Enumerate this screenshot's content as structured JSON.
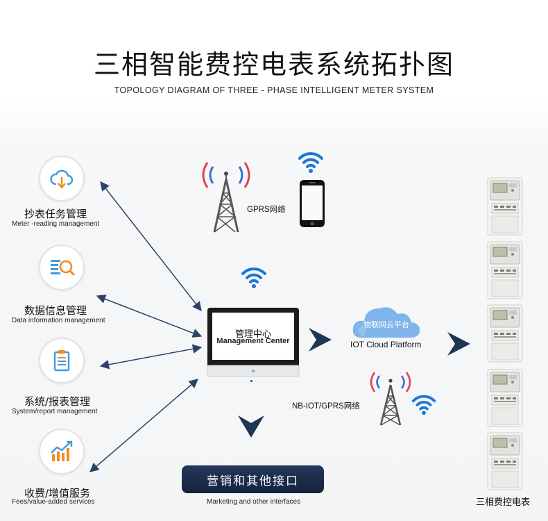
{
  "header": {
    "title": "三相智能费控电表系统拓扑图",
    "subtitle": "TOPOLOGY DIAGRAM OF THREE - PHASE INTELLIGENT METER SYSTEM"
  },
  "functions": [
    {
      "cn": "抄表任务管理",
      "en": "Meter -reading  management",
      "icon": "cloud-download-icon"
    },
    {
      "cn": "数据信息管理",
      "en": "Data information management",
      "icon": "data-search-icon"
    },
    {
      "cn": "系统/报表管理",
      "en": "System/report management",
      "icon": "clipboard-report-icon"
    },
    {
      "cn": "收费/增值服务",
      "en": "Fees/value-added services",
      "icon": "growth-chart-icon"
    }
  ],
  "network": {
    "gprs_label": "GPRS网络",
    "nbiot_label": "NB-IOT/GPRS网络"
  },
  "management_center": {
    "cn": "管理中心",
    "en": "Management Center"
  },
  "cloud": {
    "cn": "物联网云平台",
    "en": "IOT Cloud Platform"
  },
  "marketing": {
    "button_label": "营销和其他接口",
    "caption": "Marketing and other interfaces"
  },
  "meters": {
    "label": "三相费控电表",
    "count": 5
  },
  "colors": {
    "navy": "#1f3556",
    "arrow": "#2c4368",
    "wifi_blue": "#1a78d6",
    "radio_red": "#e0424a",
    "radio_blue": "#3a6fd8",
    "icon_orange": "#f28a1e",
    "icon_blue": "#3a9be0"
  }
}
